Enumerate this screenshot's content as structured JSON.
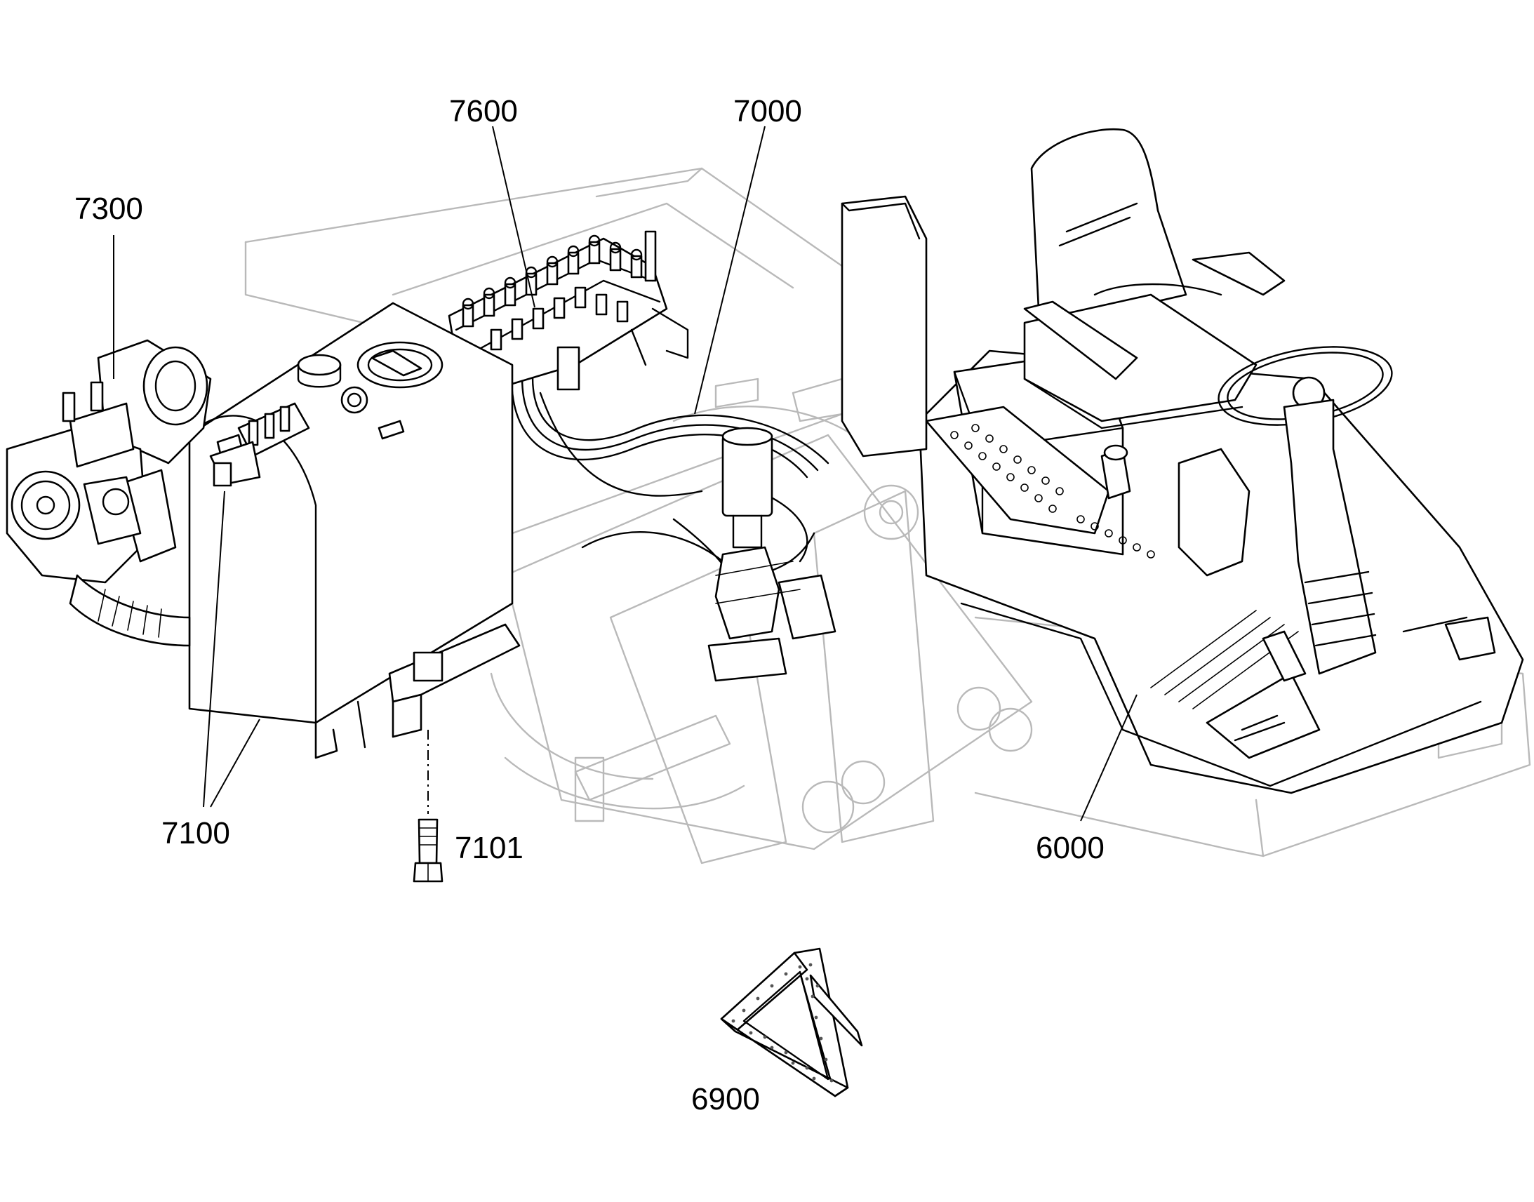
{
  "callouts": [
    {
      "id": "c7600",
      "text": "7600"
    },
    {
      "id": "c7000",
      "text": "7000"
    },
    {
      "id": "c7300",
      "text": "7300"
    },
    {
      "id": "c7100",
      "text": "7100"
    },
    {
      "id": "c7101",
      "text": "7101"
    },
    {
      "id": "c6000",
      "text": "6000"
    },
    {
      "id": "c6900",
      "text": "6900"
    }
  ]
}
